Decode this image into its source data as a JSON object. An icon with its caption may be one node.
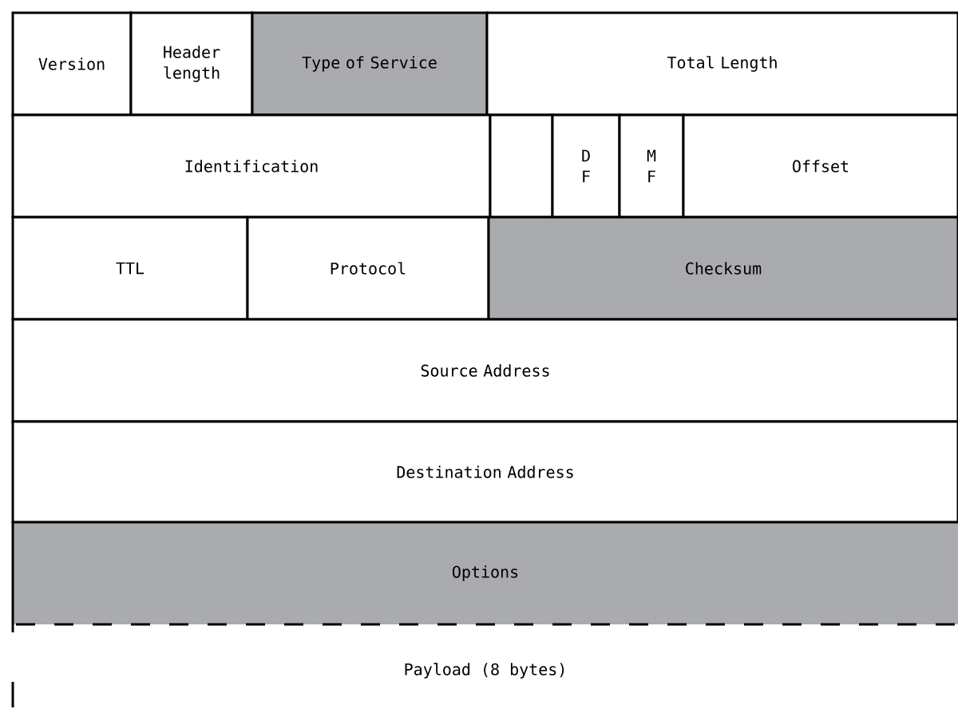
{
  "diagram": {
    "nodes": [
      {
        "text": [
          "Version"
        ]
      },
      {
        "text": [
          "Header length"
        ]
      },
      {
        "text": [
          "Type of Service"
        ]
      },
      {
        "text": [
          "Total Length"
        ]
      },
      {
        "text": [
          "Identification"
        ]
      },
      {
        "text": [],
        "shape": "box"
      },
      {
        "text": [
          "D F"
        ]
      },
      {
        "text": [
          "M F"
        ]
      },
      {
        "text": [
          "Offset"
        ]
      },
      {
        "text": [
          "TTL"
        ]
      },
      {
        "text": [
          "Protocol"
        ]
      },
      {
        "text": [
          "Checksum"
        ]
      },
      {
        "text": [
          "Source Address"
        ]
      },
      {
        "text": [
          "Destination Address"
        ]
      },
      {
        "text": [
          "Options"
        ]
      }
    ],
    "labels": [
      "Payload (8 bytes)"
    ]
  }
}
